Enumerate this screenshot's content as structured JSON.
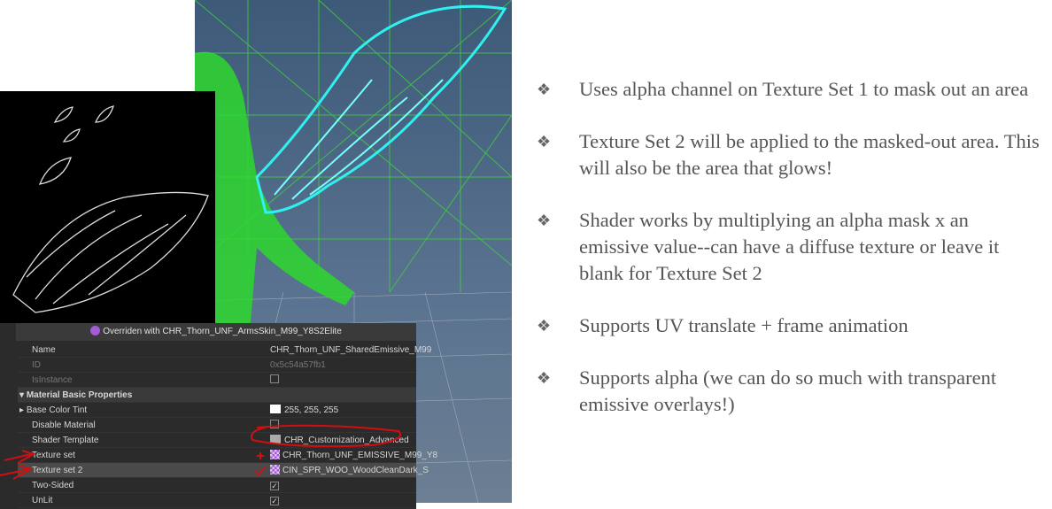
{
  "panel": {
    "title": "Overriden with CHR_Thorn_UNF_ArmsSkin_M99_Y8S2Elite",
    "rows": [
      {
        "key": "Name",
        "value": "CHR_Thorn_UNF_SharedEmissive_M99"
      },
      {
        "key": "ID",
        "value": "0x5c54a57fb1"
      },
      {
        "key": "IsInstance",
        "value": ""
      },
      {
        "key": "Material Basic Properties",
        "value": ""
      },
      {
        "key": "Base Color Tint",
        "value": "255, 255, 255"
      },
      {
        "key": "Disable Material",
        "value": ""
      },
      {
        "key": "Shader Template",
        "value": "CHR_Customization_Advanced"
      },
      {
        "key": "Texture set",
        "value": "CHR_Thorn_UNF_EMISSIVE_M99_Y8"
      },
      {
        "key": "Texture set 2",
        "value": "CIN_SPR_WOO_WoodCleanDark_S"
      },
      {
        "key": "Two-Sided",
        "value": "✓"
      },
      {
        "key": "UnLit",
        "value": "✓"
      }
    ]
  },
  "bullet_marker": "❖",
  "bullets": [
    "Uses alpha channel on Texture Set 1 to mask out an area",
    "Texture Set 2 will be applied to the masked-out area. This will also be the area that glows!",
    "Shader works by multiplying an alpha mask x an emissive value--can have a diffuse texture or leave it blank for Texture Set 2",
    "Supports UV translate + frame animation",
    "Supports alpha (we can do so much with transparent emissive overlays!)"
  ]
}
